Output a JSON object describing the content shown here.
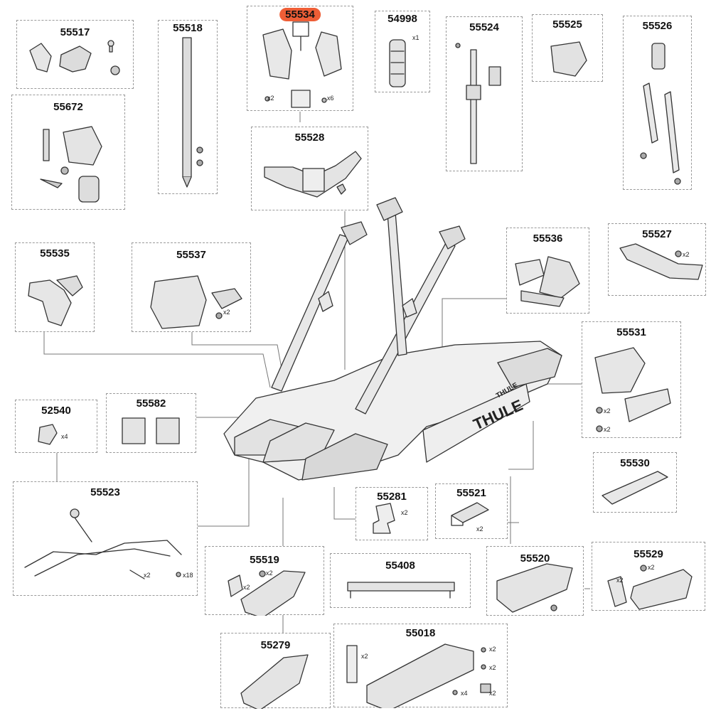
{
  "colors": {
    "highlight": "#ee5e36",
    "frame": "#9a9a9a",
    "line": "#333333"
  },
  "rack": {
    "logo": "THULE"
  },
  "parts": [
    {
      "id": "55517",
      "qty": []
    },
    {
      "id": "55518",
      "qty": []
    },
    {
      "id": "55534",
      "highlighted": true,
      "qty": [
        "x2",
        "x6"
      ]
    },
    {
      "id": "54998",
      "qty": [
        "x1"
      ]
    },
    {
      "id": "55524",
      "qty": []
    },
    {
      "id": "55525",
      "qty": []
    },
    {
      "id": "55526",
      "qty": []
    },
    {
      "id": "55672",
      "qty": []
    },
    {
      "id": "55528",
      "qty": []
    },
    {
      "id": "55535",
      "qty": []
    },
    {
      "id": "55537",
      "qty": [
        "x2"
      ]
    },
    {
      "id": "55536",
      "qty": []
    },
    {
      "id": "55527",
      "qty": [
        "x2"
      ]
    },
    {
      "id": "55531",
      "qty": [
        "x2",
        "x2"
      ]
    },
    {
      "id": "52540",
      "qty": [
        "x4"
      ]
    },
    {
      "id": "55582",
      "qty": []
    },
    {
      "id": "55530",
      "qty": []
    },
    {
      "id": "55523",
      "qty": [
        "x2",
        "x18"
      ]
    },
    {
      "id": "55281",
      "qty": [
        "x2"
      ]
    },
    {
      "id": "55521",
      "qty": [
        "x2"
      ]
    },
    {
      "id": "55519",
      "qty": [
        "x2",
        "x2"
      ]
    },
    {
      "id": "55408",
      "qty": []
    },
    {
      "id": "55520",
      "qty": []
    },
    {
      "id": "55529",
      "qty": [
        "x2",
        "x2"
      ]
    },
    {
      "id": "55279",
      "qty": []
    },
    {
      "id": "55018",
      "qty": [
        "x2",
        "x2",
        "x2",
        "x4",
        "x2"
      ]
    }
  ]
}
